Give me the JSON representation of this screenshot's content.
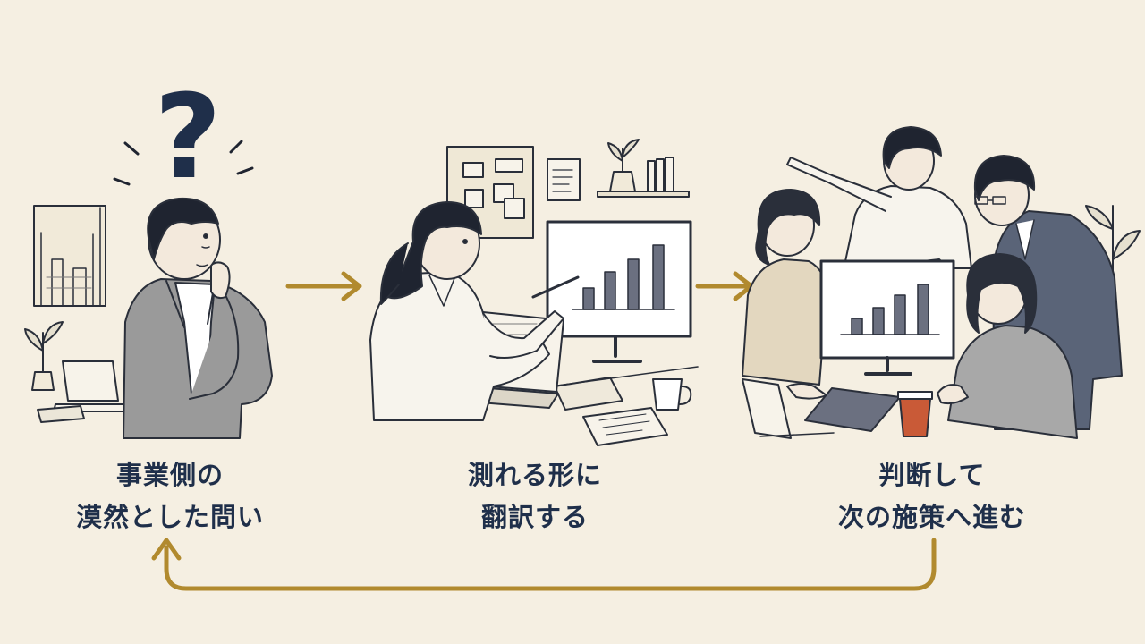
{
  "steps": [
    {
      "line1": "事業側の",
      "line2": "漠然とした問い"
    },
    {
      "line1": "測れる形に",
      "line2": "翻訳する"
    },
    {
      "line1": "判断して",
      "line2": "次の施策へ進む"
    }
  ],
  "question_mark": "?",
  "colors": {
    "background": "#f5efe2",
    "ink": "#1f2f4a",
    "arrow": "#b18a2e",
    "jacket": "#9a9a9a",
    "suit": "#5a6478",
    "cup": "#c95a37",
    "bar": "#6b7080"
  },
  "icons": [
    "question-mark-icon",
    "arrow-right-icon",
    "loop-arrow-icon",
    "bar-chart-icon",
    "plant-icon",
    "coffee-cup-icon"
  ]
}
